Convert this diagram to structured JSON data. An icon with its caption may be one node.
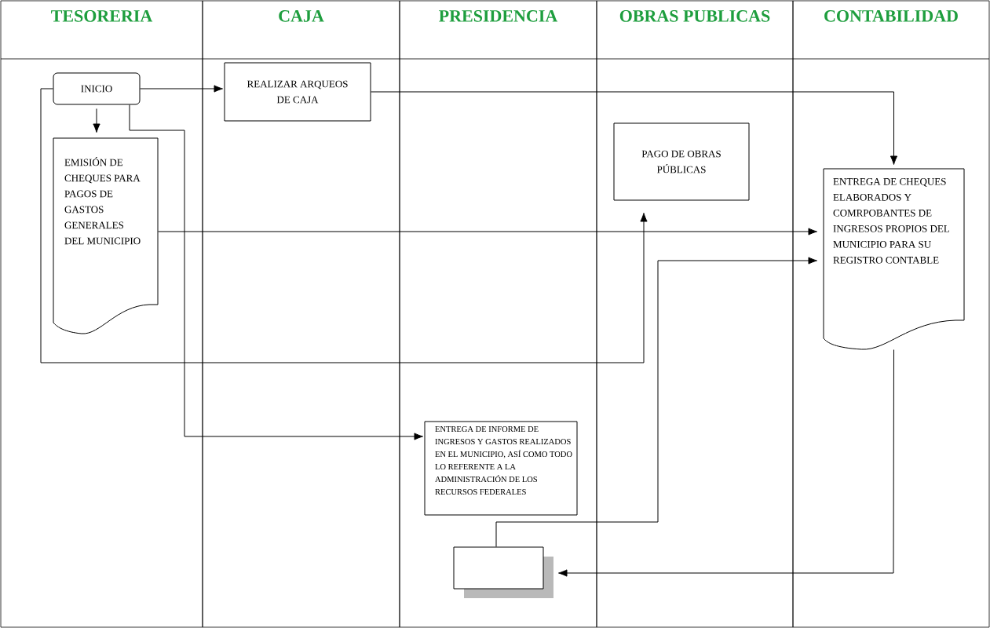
{
  "diagram": {
    "nodes": [
      {
        "text": [
          "TESORERIA"
        ]
      },
      {
        "text": [
          "CAJA"
        ]
      },
      {
        "text": [
          "PRESIDENCIA"
        ]
      },
      {
        "text": [
          "OBRAS PUBLICAS"
        ]
      },
      {
        "text": [
          "CONTABILIDAD"
        ]
      },
      {
        "text": [
          "INICIO"
        ],
        "in": 0
      },
      {
        "text": [
          "EMISIÓN DE CHEQUES PARA PAGOS DE GASTOS GENERALES DEL MUNICIPIO"
        ],
        "in": 0
      },
      {
        "text": [
          "REALIZAR ARQUEOS DE CAJA"
        ],
        "in": 1
      },
      {
        "text": [
          "ENTREGA DE INFORME DE INGRESOS Y GASTOS REALIZADOS EN EL MUNICIPIO, ASÍ COMO TODO LO REFERENTE A LA ADMINISTRACIÓN DE LOS RECURSOS FEDERALES"
        ],
        "in": 2
      },
      {
        "text": [],
        "shape": "box",
        "in": 2
      },
      {
        "text": [
          "PAGO DE OBRAS PÚBLICAS"
        ],
        "in": 3
      },
      {
        "text": [
          "ENTREGA DE CHEQUES ELABORADOS Y COMRPOBANTES DE INGRESOS PROPIOS DEL MUNICIPIO PARA SU REGISTRO CONTABLE"
        ],
        "in": 4
      }
    ],
    "edges": [
      {
        "from": 5,
        "to": 7,
        "arrow": "to"
      },
      {
        "from": 5,
        "to": 6,
        "arrow": "to"
      },
      {
        "from": 7,
        "to": 11,
        "arrow": "to"
      },
      {
        "from": 6,
        "to": 11,
        "arrow": "to"
      },
      {
        "from": 5,
        "to": 10,
        "arrow": "to"
      },
      {
        "from": 5,
        "to": 8,
        "arrow": "to"
      },
      {
        "from": 9,
        "to": 11,
        "arrow": "to"
      },
      {
        "from": 11,
        "to": 9,
        "arrow": "to"
      }
    ]
  }
}
